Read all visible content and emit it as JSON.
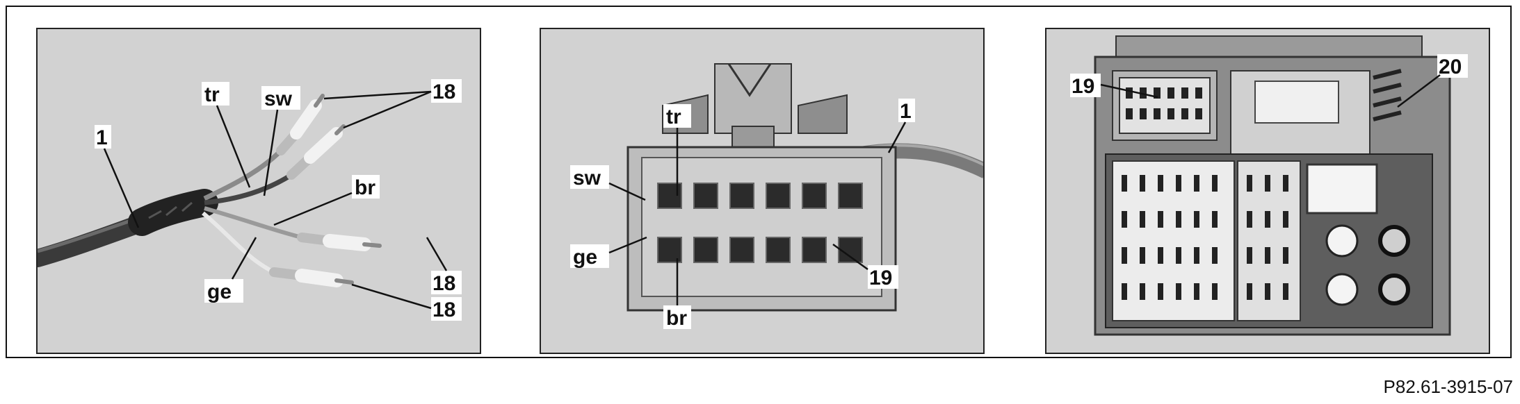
{
  "panel_1": {
    "labels": {
      "cable": "1",
      "tr": "tr",
      "sw": "sw",
      "br": "br",
      "ge": "ge",
      "terminal_top": "18",
      "terminal_right": "18",
      "terminal_bottom": "18"
    }
  },
  "panel_2": {
    "labels": {
      "tr": "tr",
      "cable": "1",
      "sw": "sw",
      "ge": "ge",
      "br": "br",
      "connector": "19"
    }
  },
  "panel_3": {
    "labels": {
      "connector": "19",
      "housing": "20"
    }
  },
  "figure_code": "P82.61-3915-07"
}
